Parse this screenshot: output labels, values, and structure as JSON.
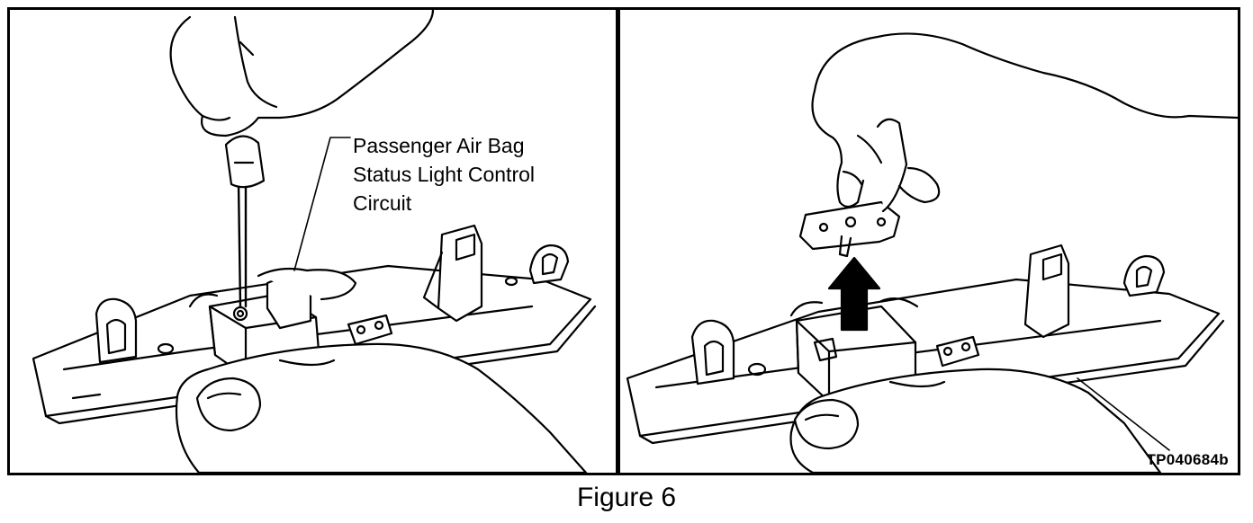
{
  "left_panel": {
    "callout": {
      "lines": [
        "Passenger Air Bag",
        "Status Light Control",
        "Circuit"
      ]
    }
  },
  "right_panel": {
    "code": "TP040684b"
  },
  "caption": "Figure 6",
  "colors": {
    "stroke": "#000000",
    "background": "#ffffff"
  },
  "icons": [
    "hand-with-screwdriver",
    "hand-lifting-module",
    "up-arrow-icon"
  ]
}
